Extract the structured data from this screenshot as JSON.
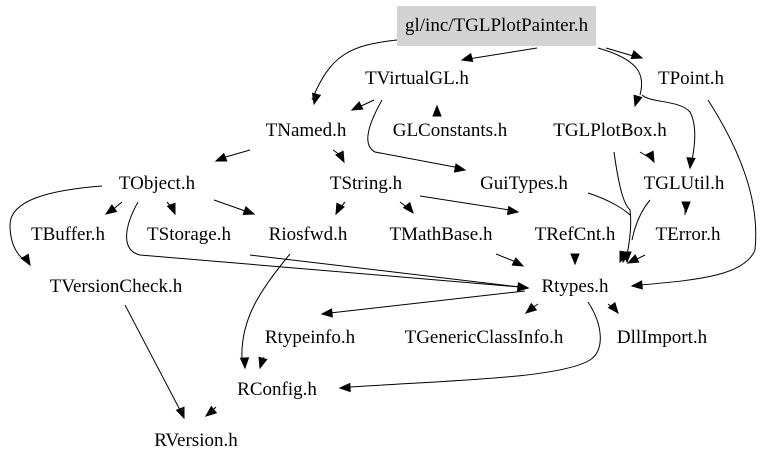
{
  "graph": {
    "type": "include-dependency-graph",
    "root": "gl/inc/TGLPlotPainter.h",
    "colors": {
      "root_fill": "#d3d3d3",
      "edge": "#000000",
      "background": "#ffffff"
    },
    "nodes": {
      "root": "gl/inc/TGLPlotPainter.h",
      "tvirtualgl": "TVirtualGL.h",
      "tpoint": "TPoint.h",
      "tnamed": "TNamed.h",
      "glconstants": "GLConstants.h",
      "tglplotbox": "TGLPlotBox.h",
      "tobject": "TObject.h",
      "tstring": "TString.h",
      "guitypes": "GuiTypes.h",
      "tglutil": "TGLUtil.h",
      "tbuffer": "TBuffer.h",
      "tstorage": "TStorage.h",
      "riosfwd": "Riosfwd.h",
      "tmathbase": "TMathBase.h",
      "trefcnt": "TRefCnt.h",
      "terror": "TError.h",
      "tversioncheck": "TVersionCheck.h",
      "rtypes": "Rtypes.h",
      "rtypeinfo": "Rtypeinfo.h",
      "tgenericclassinfo": "TGenericClassInfo.h",
      "dllimport": "DllImport.h",
      "rconfig": "RConfig.h",
      "rversion": "RVersion.h"
    },
    "edges": [
      [
        "root",
        "tvirtualgl"
      ],
      [
        "root",
        "tpoint"
      ],
      [
        "root",
        "tnamed"
      ],
      [
        "root",
        "tglplotbox"
      ],
      [
        "root",
        "tglutil"
      ],
      [
        "tvirtualgl",
        "tnamed"
      ],
      [
        "tvirtualgl",
        "glconstants"
      ],
      [
        "tvirtualgl",
        "guitypes"
      ],
      [
        "tnamed",
        "tobject"
      ],
      [
        "tnamed",
        "tstring"
      ],
      [
        "tglplotbox",
        "tglutil"
      ],
      [
        "tglplotbox",
        "rtypes"
      ],
      [
        "tpoint",
        "rtypes"
      ],
      [
        "tobject",
        "tbuffer"
      ],
      [
        "tobject",
        "tstorage"
      ],
      [
        "tobject",
        "riosfwd"
      ],
      [
        "tobject",
        "tversioncheck"
      ],
      [
        "tobject",
        "rtypes"
      ],
      [
        "tstring",
        "riosfwd"
      ],
      [
        "tstring",
        "tmathbase"
      ],
      [
        "tstring",
        "trefcnt"
      ],
      [
        "guitypes",
        "rtypes"
      ],
      [
        "tglutil",
        "terror"
      ],
      [
        "tglutil",
        "rtypes"
      ],
      [
        "tstorage",
        "rtypes"
      ],
      [
        "tmathbase",
        "rtypes"
      ],
      [
        "trefcnt",
        "rtypes"
      ],
      [
        "terror",
        "rtypes"
      ],
      [
        "riosfwd",
        "rconfig"
      ],
      [
        "tversioncheck",
        "rversion"
      ],
      [
        "rtypes",
        "rtypeinfo"
      ],
      [
        "rtypes",
        "tgenericclassinfo"
      ],
      [
        "rtypes",
        "dllimport"
      ],
      [
        "rtypes",
        "rconfig"
      ],
      [
        "rtypeinfo",
        "rconfig"
      ],
      [
        "rconfig",
        "rversion"
      ]
    ]
  }
}
